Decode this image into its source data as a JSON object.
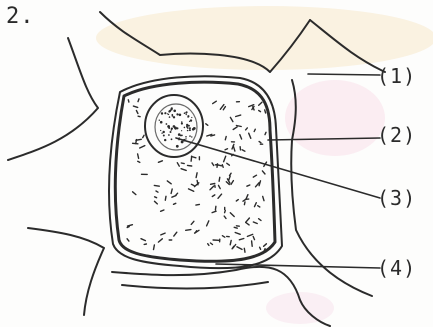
{
  "question": {
    "number": "2."
  },
  "labels": [
    {
      "id": "1",
      "text": "(1)"
    },
    {
      "id": "2",
      "text": "(2)"
    },
    {
      "id": "3",
      "text": "(3)"
    },
    {
      "id": "4",
      "text": "(4)"
    }
  ],
  "colors": {
    "ink": "#2b2b2b",
    "background": "#fdfdfc",
    "watermark_yellow": "#f3ddb0",
    "watermark_pink": "#f6cfe0"
  }
}
